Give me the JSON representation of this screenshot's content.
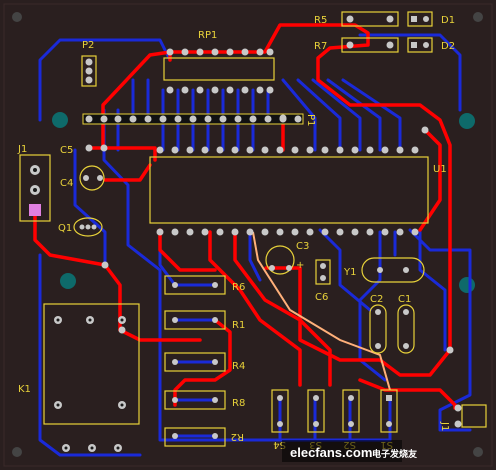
{
  "colors": {
    "board": "#2a1f1f",
    "top_trace": "#ff0000",
    "bottom_trace": "#1a2ad8",
    "silk": "#e8d23a",
    "pad": "#c8c8c8",
    "hole": "#1a1a1a",
    "mount": "#0e6a6a"
  },
  "labels": {
    "rp1": "RP1",
    "p2": "P2",
    "r5": "R5",
    "r7": "R7",
    "d1": "D1",
    "d2": "D2",
    "j1": "J1",
    "c5": "C5",
    "c4": "C4",
    "q1": "Q1",
    "u1": "U1",
    "c3": "C3",
    "c6": "C6",
    "y1": "Y1",
    "c2": "C2",
    "c1": "C1",
    "r6": "R6",
    "r1": "R1",
    "r4": "R4",
    "r8": "R8",
    "r2": "R2",
    "k1": "K1",
    "s4": "S4",
    "s3": "S3",
    "s2": "S2",
    "s1": "S1",
    "j1b": "J1",
    "p1": "P1",
    "plus": "+"
  },
  "watermark": {
    "text": "elecfans.com",
    "cn": "电子发烧友"
  }
}
